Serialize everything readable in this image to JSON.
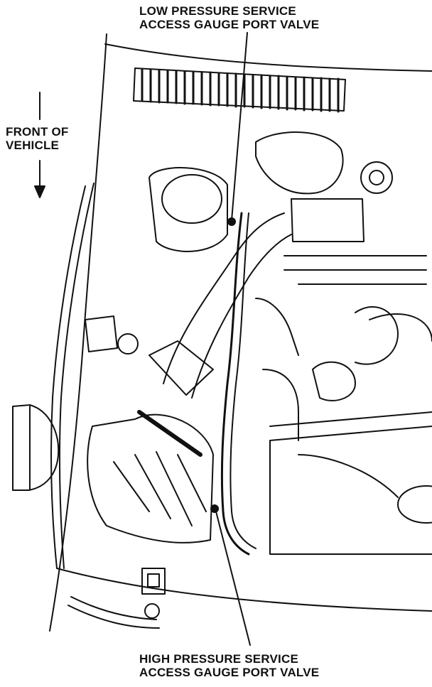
{
  "callouts": {
    "low_pressure": {
      "line1": "LOW PRESSURE SERVICE",
      "line2": "ACCESS GAUGE PORT VALVE"
    },
    "high_pressure": {
      "line1": "HIGH PRESSURE SERVICE",
      "line2": "ACCESS GAUGE PORT VALVE"
    },
    "front_of_vehicle": {
      "line1": "FRONT OF",
      "line2": "VEHICLE"
    }
  },
  "colors": {
    "ink": "#111111",
    "background": "#ffffff"
  }
}
